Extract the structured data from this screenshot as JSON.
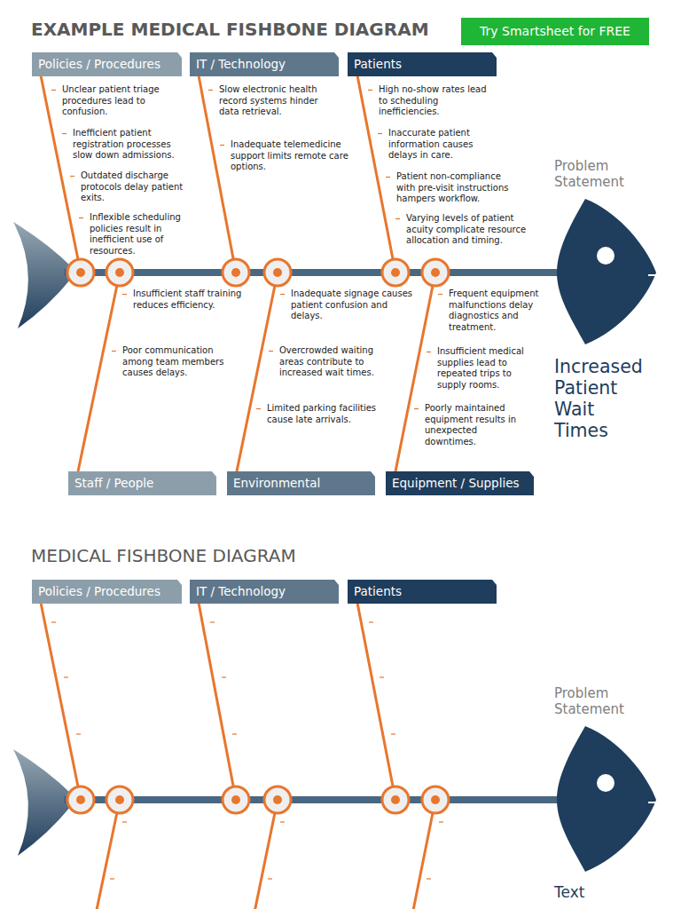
{
  "diagram": {
    "title": "EXAMPLE MEDICAL FISHBONE DIAGRAM",
    "nodes": [
      {
        "text": [
          "Try Smartsheet for FREE"
        ]
      },
      {
        "text": [
          "Policies / Procedures"
        ]
      },
      {
        "text": [
          "IT / Technology"
        ]
      },
      {
        "text": [
          "Patients"
        ]
      },
      {
        "text": [
          "Staff / People"
        ]
      },
      {
        "text": [
          "Environmental"
        ]
      },
      {
        "text": [
          "Equipment / Supplies"
        ]
      },
      {
        "text": [
          "Policies / Procedures"
        ]
      },
      {
        "text": [
          "IT / Technology"
        ]
      },
      {
        "text": [
          "Patients"
        ]
      }
    ],
    "labels": [
      "Unclear patient triage procedures lead to confusion.",
      "Inefficient patient registration processes slow down admissions.",
      "Outdated discharge protocols delay patient exits.",
      "Inflexible scheduling policies result in inefficient use of resources.",
      "Slow electronic health record systems hinder data retrieval.",
      "Inadequate telemedicine support limits remote care options.",
      "High no-show rates lead to scheduling inefficiencies.",
      "Inaccurate patient information causes delays in care.",
      "Patient non-compliance with pre-visit instructions hampers workflow.",
      "Varying levels of patient acuity complicate resource allocation and timing.",
      "Problem Statement",
      "Insufficient staff training reduces efficiency.",
      "Poor communication among team members causes delays.",
      "Inadequate signage causes patient confusion and delays.",
      "Overcrowded waiting areas contribute to increased wait times.",
      "Limited parking facilities cause late arrivals.",
      "Frequent equipment malfunctions delay diagnostics and treatment.",
      "Insufficient medical supplies lead to repeated trips to supply rooms.",
      "Poorly maintained equipment results in unexpected downtimes.",
      "Increased Patient Wait Times",
      "MEDICAL FISHBONE DIAGRAM",
      "Problem Statement",
      "Text"
    ]
  }
}
